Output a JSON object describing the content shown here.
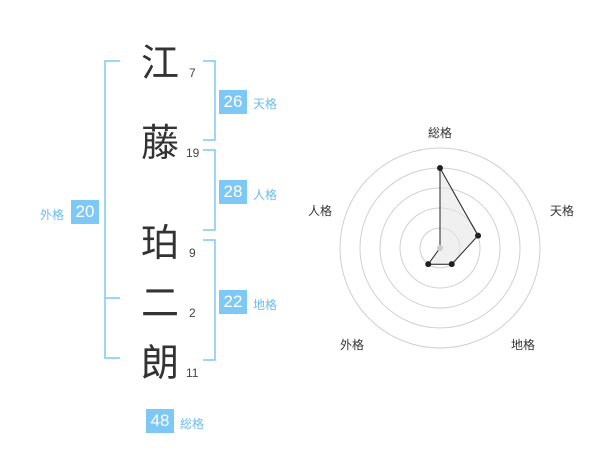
{
  "name_chars": [
    {
      "char": "江",
      "strokes": "7"
    },
    {
      "char": "藤",
      "strokes": "19"
    },
    {
      "char": "珀",
      "strokes": "9"
    },
    {
      "char": "二",
      "strokes": "2"
    },
    {
      "char": "朗",
      "strokes": "11"
    }
  ],
  "kaku": {
    "tenkaku": {
      "value": "26",
      "label": "天格"
    },
    "jinkaku": {
      "value": "28",
      "label": "人格"
    },
    "chikaku": {
      "value": "22",
      "label": "地格"
    },
    "gaikaku": {
      "value": "20",
      "label": "外格"
    },
    "soukaku": {
      "value": "48",
      "label": "総格"
    }
  },
  "radar": {
    "labels": {
      "top": "総格",
      "right": "天格",
      "bottom_right": "地格",
      "bottom_left": "外格",
      "left": "人格"
    },
    "levels": 5,
    "values": [
      4,
      2,
      1,
      1,
      0
    ]
  },
  "colors": {
    "accent": "#7ec8f5",
    "bracket": "#7ec8f5",
    "text": "#333333"
  }
}
